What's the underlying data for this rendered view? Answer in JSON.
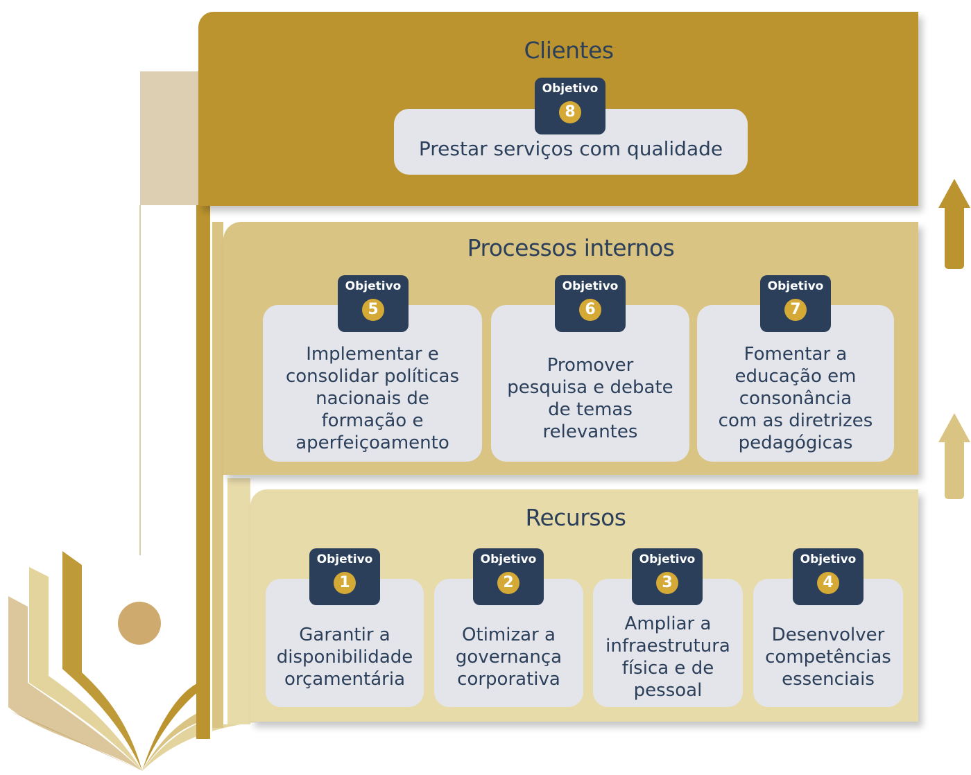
{
  "layers": {
    "clientes": {
      "title": "Clientes",
      "objectives": [
        {
          "label": "Objetivo",
          "number": "8",
          "text": "Prestar serviços com qualidade"
        }
      ]
    },
    "processos": {
      "title": "Processos internos",
      "objectives": [
        {
          "label": "Objetivo",
          "number": "5",
          "lines": [
            "Implementar e",
            "consolidar políticas",
            "nacionais de",
            "formação e",
            "aperfeiçoamento"
          ]
        },
        {
          "label": "Objetivo",
          "number": "6",
          "lines": [
            "Promover",
            "pesquisa e debate",
            "de temas",
            "relevantes"
          ]
        },
        {
          "label": "Objetivo",
          "number": "7",
          "lines": [
            "Fomentar a",
            "educação em",
            "consonância",
            "com as diretrizes",
            "pedagógicas"
          ]
        }
      ]
    },
    "recursos": {
      "title": "Recursos",
      "objectives": [
        {
          "label": "Objetivo",
          "number": "1",
          "lines": [
            "Garantir a",
            "disponibilidade",
            "orçamentária"
          ]
        },
        {
          "label": "Objetivo",
          "number": "2",
          "lines": [
            "Otimizar a",
            "governança",
            "corporativa"
          ]
        },
        {
          "label": "Objetivo",
          "number": "3",
          "lines": [
            "Ampliar a",
            "infraestrutura",
            "física e de",
            "pessoal"
          ]
        },
        {
          "label": "Objetivo",
          "number": "4",
          "lines": [
            "Desenvolver",
            "competências",
            "essenciais"
          ]
        }
      ]
    }
  },
  "colors": {
    "dark_gold": "#bc942f",
    "mid_gold": "#d9c483",
    "light_gold": "#e8dbaa",
    "navy": "#2b3f5a",
    "badge_circle": "#d4a936",
    "card_bg": "#e3e5ea"
  },
  "icons": [
    "up-arrow-icon",
    "up-arrow-icon",
    "open-book-logo"
  ]
}
